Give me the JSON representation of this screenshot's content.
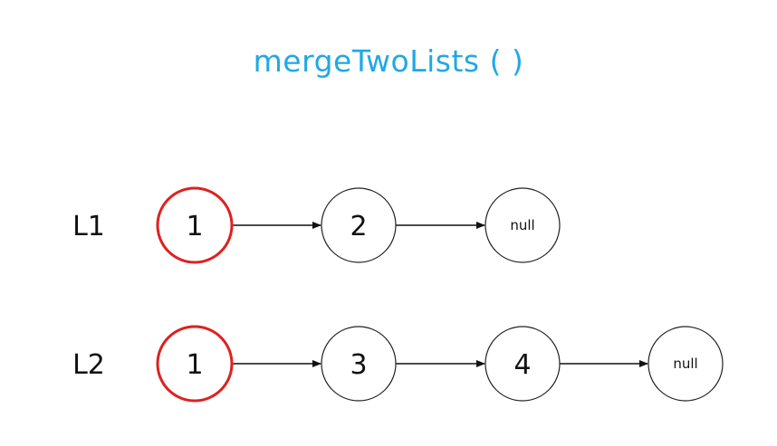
{
  "title": "mergeTwoLists ( )",
  "colors": {
    "title": "#21a8e6",
    "highlight": "#e02020",
    "node_border": "#222222",
    "arrow": "#111111"
  },
  "lists": [
    {
      "label": "L1",
      "nodes": [
        {
          "value": "1",
          "highlighted": true
        },
        {
          "value": "2",
          "highlighted": false
        },
        {
          "value": "null",
          "highlighted": false
        }
      ]
    },
    {
      "label": "L2",
      "nodes": [
        {
          "value": "1",
          "highlighted": true
        },
        {
          "value": "3",
          "highlighted": false
        },
        {
          "value": "4",
          "highlighted": false
        },
        {
          "value": "null",
          "highlighted": false
        }
      ]
    }
  ]
}
